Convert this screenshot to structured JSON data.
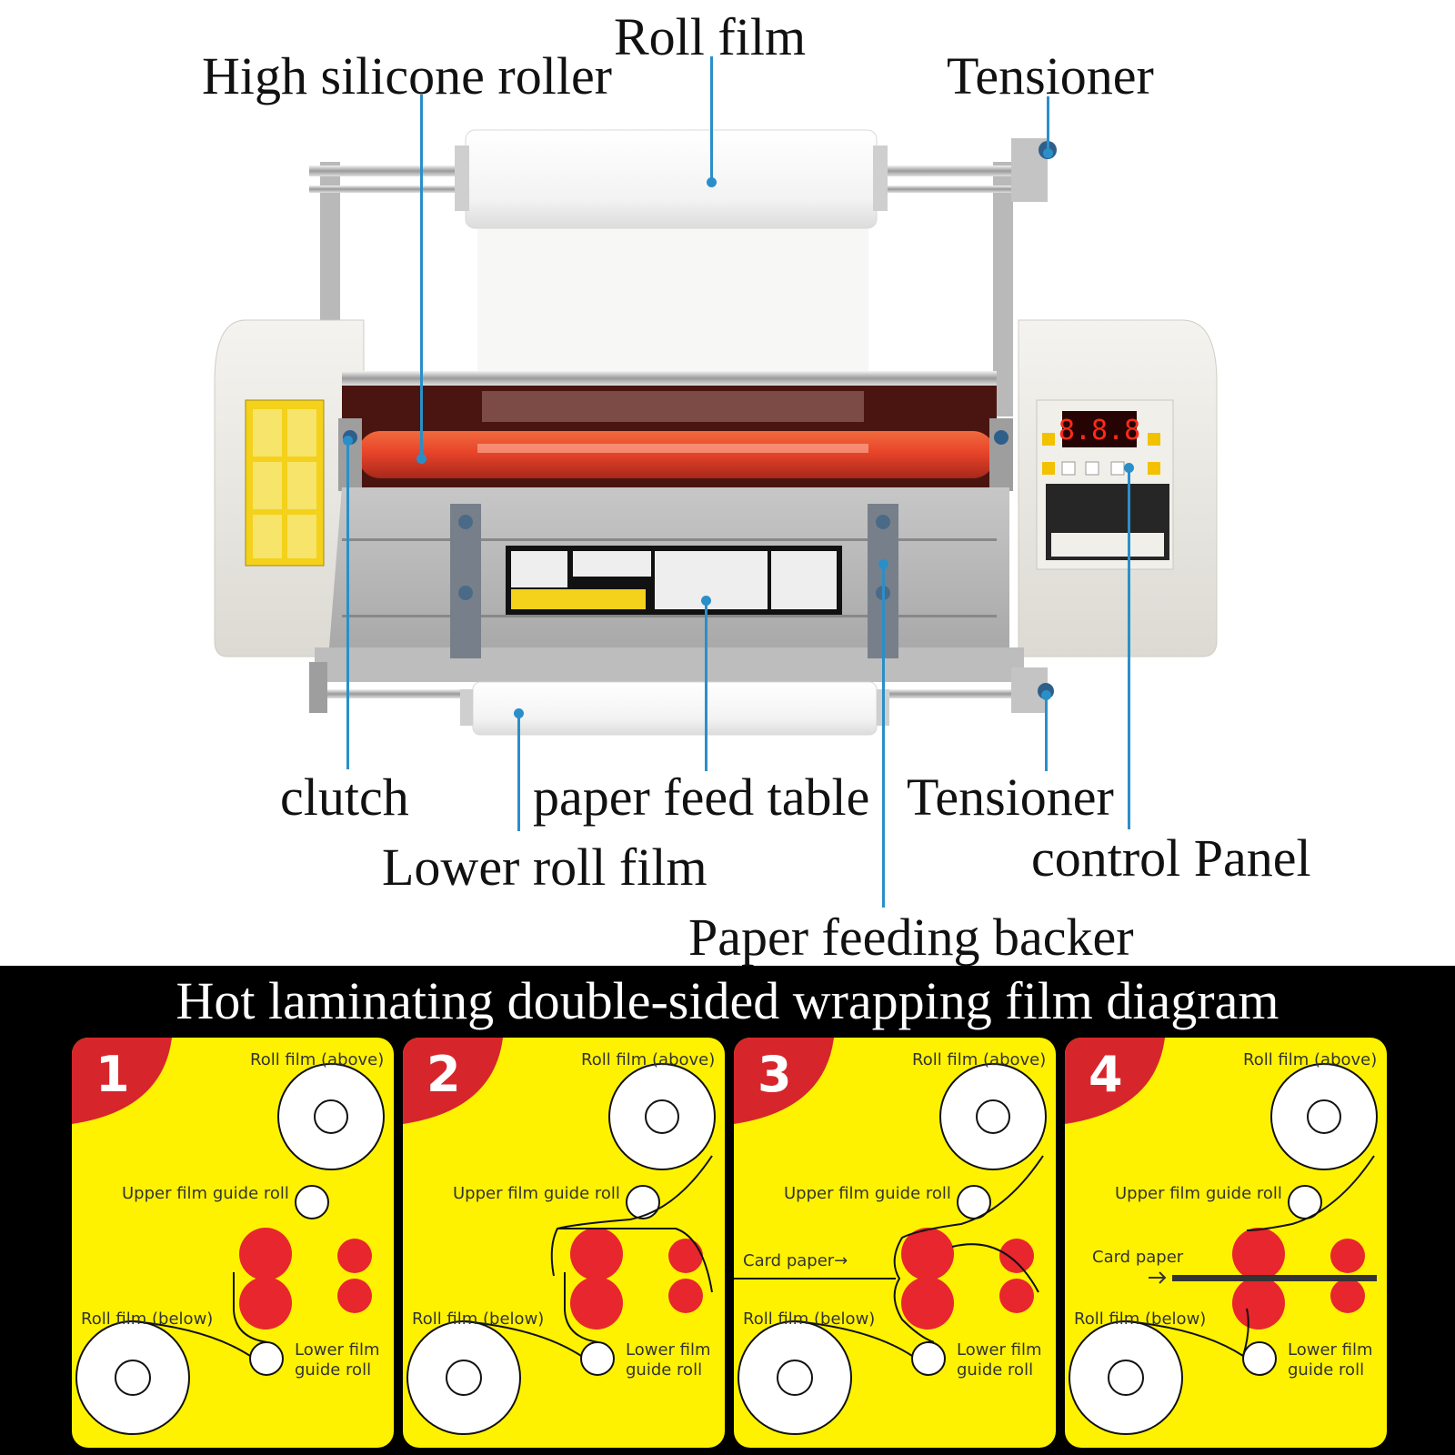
{
  "callouts": {
    "roll_film": "Roll film",
    "high_silicone_roller": "High silicone roller",
    "tensioner_top": "Tensioner",
    "clutch": "clutch",
    "paper_feed_table": "paper feed table",
    "tensioner_bottom": "Tensioner",
    "lower_roll_film": "Lower roll film",
    "control_panel": "control Panel",
    "paper_feeding_backer": "Paper feeding backer"
  },
  "control_display": "8.8.8",
  "diagram": {
    "title": "Hot laminating double-sided wrapping film diagram",
    "panels": [
      {
        "number": "1",
        "roll_above": "Roll film (above)",
        "upper_guide": "Upper film guide roll",
        "roll_below": "Roll film (below)",
        "lower_guide_1": "Lower film",
        "lower_guide_2": "guide roll",
        "card": ""
      },
      {
        "number": "2",
        "roll_above": "Roll film (above)",
        "upper_guide": "Upper film guide roll",
        "roll_below": "Roll film (below)",
        "lower_guide_1": "Lower film",
        "lower_guide_2": "guide roll",
        "card": ""
      },
      {
        "number": "3",
        "roll_above": "Roll film (above)",
        "upper_guide": "Upper film guide roll",
        "roll_below": "Roll film (below)",
        "lower_guide_1": "Lower film",
        "lower_guide_2": "guide roll",
        "card": "Card paper→"
      },
      {
        "number": "4",
        "roll_above": "Roll film (above)",
        "upper_guide": "Upper film guide roll",
        "roll_below": "Roll film (below)",
        "lower_guide_1": "Lower film",
        "lower_guide_2": "guide roll",
        "card": "Card paper"
      }
    ]
  },
  "colors": {
    "accent_line": "#2a8fc9",
    "roller_red": "#e8262d",
    "panel_yellow": "#fff200",
    "panel_badge_red": "#d6262b"
  }
}
